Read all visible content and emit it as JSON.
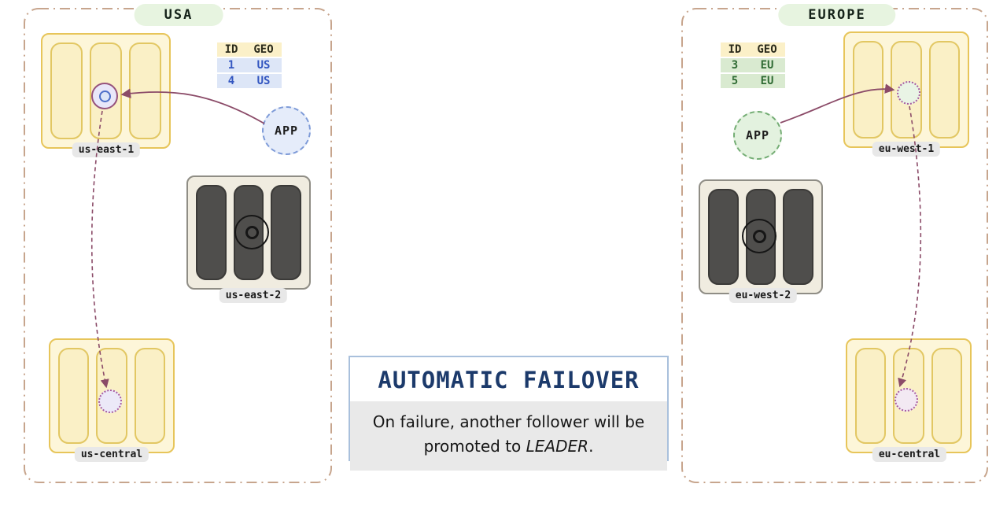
{
  "regions": {
    "usa": {
      "label": "USA",
      "app_label": "APP",
      "table": {
        "headers": [
          "ID",
          "GEO"
        ],
        "rows": [
          [
            "1",
            "US"
          ],
          [
            "4",
            "US"
          ]
        ]
      },
      "clusters": [
        {
          "label": "us-east-1",
          "state": "active-leader"
        },
        {
          "label": "us-east-2",
          "state": "failed"
        },
        {
          "label": "us-central",
          "state": "follower"
        }
      ]
    },
    "europe": {
      "label": "EUROPE",
      "app_label": "APP",
      "table": {
        "headers": [
          "ID",
          "GEO"
        ],
        "rows": [
          [
            "3",
            "EU"
          ],
          [
            "5",
            "EU"
          ]
        ]
      },
      "clusters": [
        {
          "label": "eu-west-1",
          "state": "active-leader"
        },
        {
          "label": "eu-west-2",
          "state": "failed"
        },
        {
          "label": "eu-central",
          "state": "follower"
        }
      ]
    }
  },
  "callout": {
    "title": "AUTOMATIC FAILOVER",
    "body_prefix": "On failure, another follower will be promoted to ",
    "body_emphasis": "LEADER",
    "body_suffix": "."
  },
  "colors": {
    "region_border": "#c7a58d",
    "region_label_bg": "#e7f4e0",
    "cluster_yellow_bg": "#fdf6d9",
    "cluster_yellow_border": "#e7c55a",
    "node_dark": "#4f4e4c",
    "arrow": "#8b4b68",
    "app_usa_bg": "#e5ecfa",
    "app_eu_bg": "#e3f2df",
    "table_header_bg": "#fbf0c8",
    "table_us_row_bg": "#dde6f7",
    "table_us_text": "#3356c0",
    "table_eu_row_bg": "#d9ead0",
    "table_eu_text": "#2f6b33",
    "callout_title": "#1c3a6b",
    "callout_border": "#a9c0dc",
    "callout_body_bg": "#e9e9e9"
  }
}
